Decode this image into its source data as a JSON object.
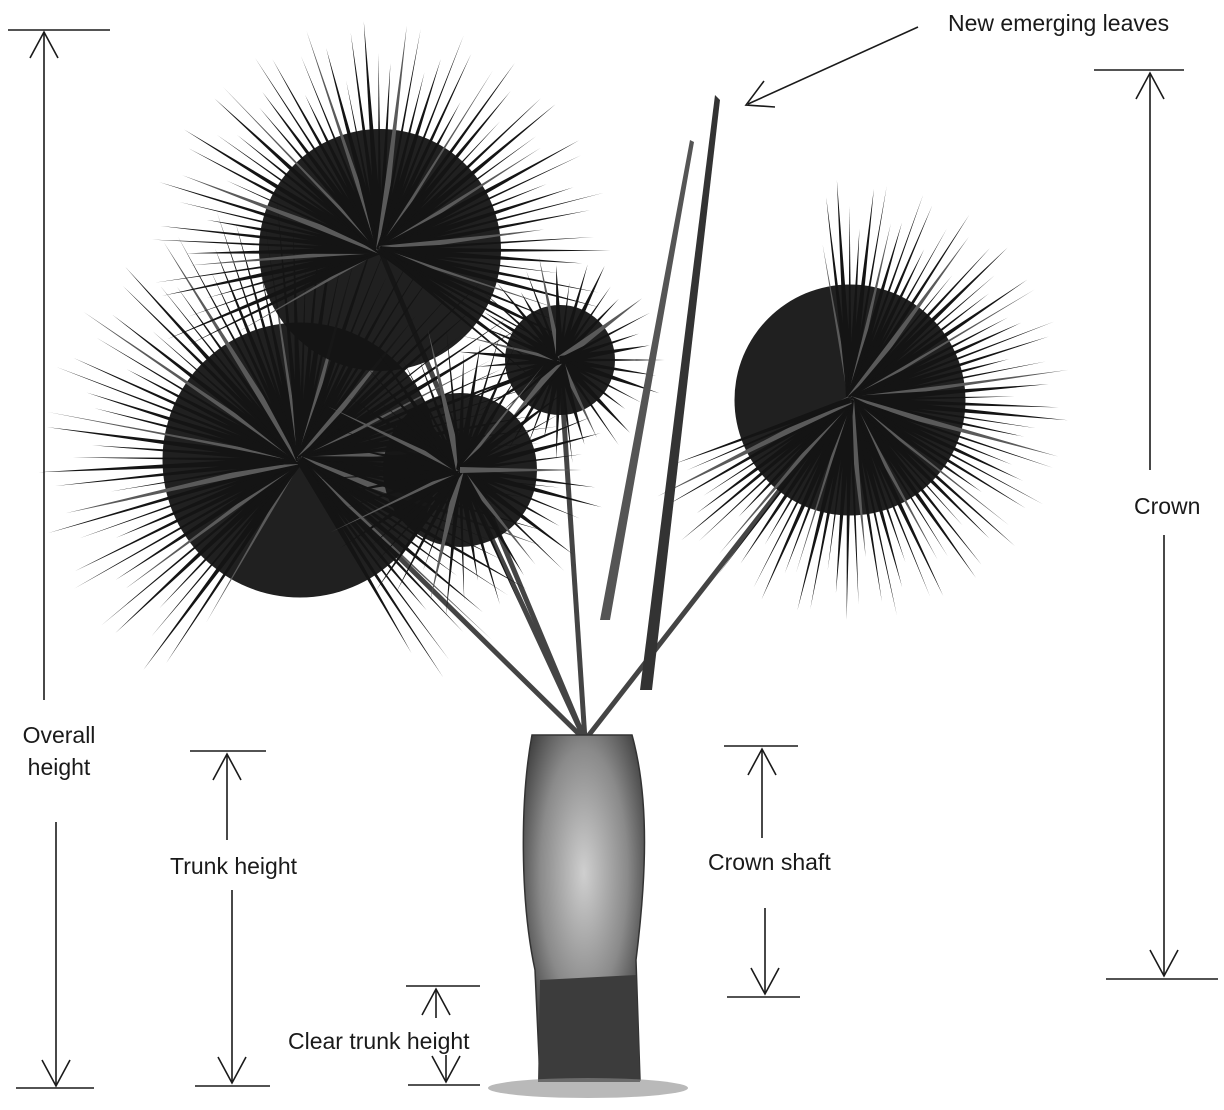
{
  "labels": {
    "new_leaves": "New emerging leaves",
    "crown": "Crown",
    "overall_line1": "Overall",
    "overall_line2": "height",
    "trunk_height": "Trunk height",
    "crown_shaft": "Crown shaft",
    "clear_trunk_height": "Clear trunk height"
  },
  "colors": {
    "ink": "#1a1a1a",
    "foliage": "#141414",
    "foliage_light": "#5a5a5a",
    "trunk": "#6b6b6b",
    "background": "#ffffff"
  }
}
